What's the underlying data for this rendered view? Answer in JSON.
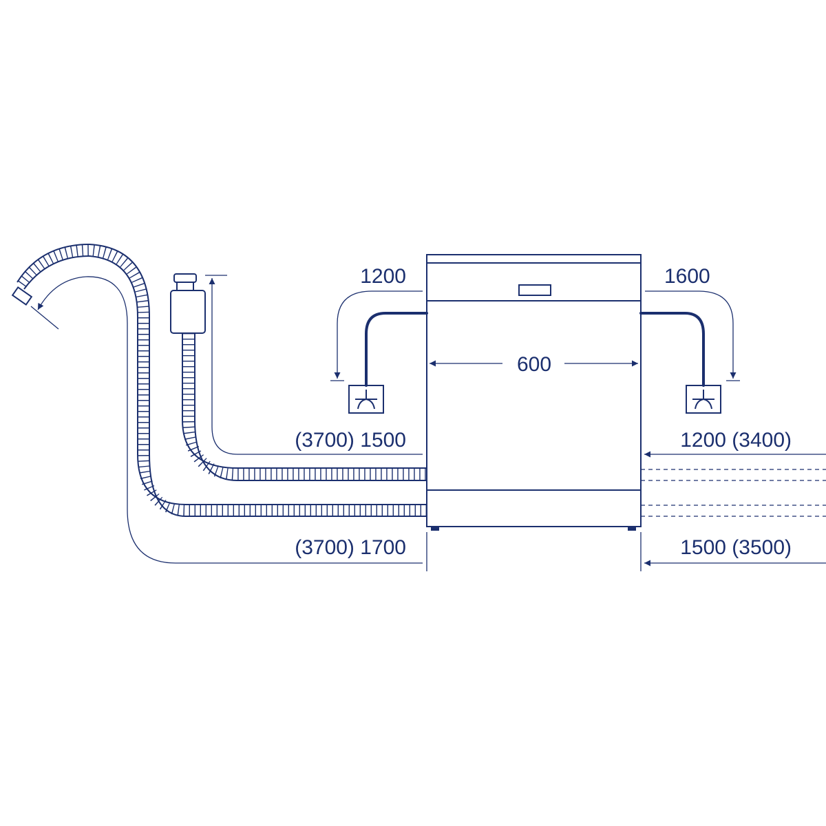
{
  "colors": {
    "ink": "#1b2f6e",
    "background": "#ffffff"
  },
  "labels": {
    "power_left": "1200",
    "power_right": "1600",
    "width": "600",
    "inlet_left": "(3700) 1500",
    "inlet_right": "1200 (3400)",
    "drain_left": "(3700) 1700",
    "drain_right": "1500 (3500)"
  }
}
